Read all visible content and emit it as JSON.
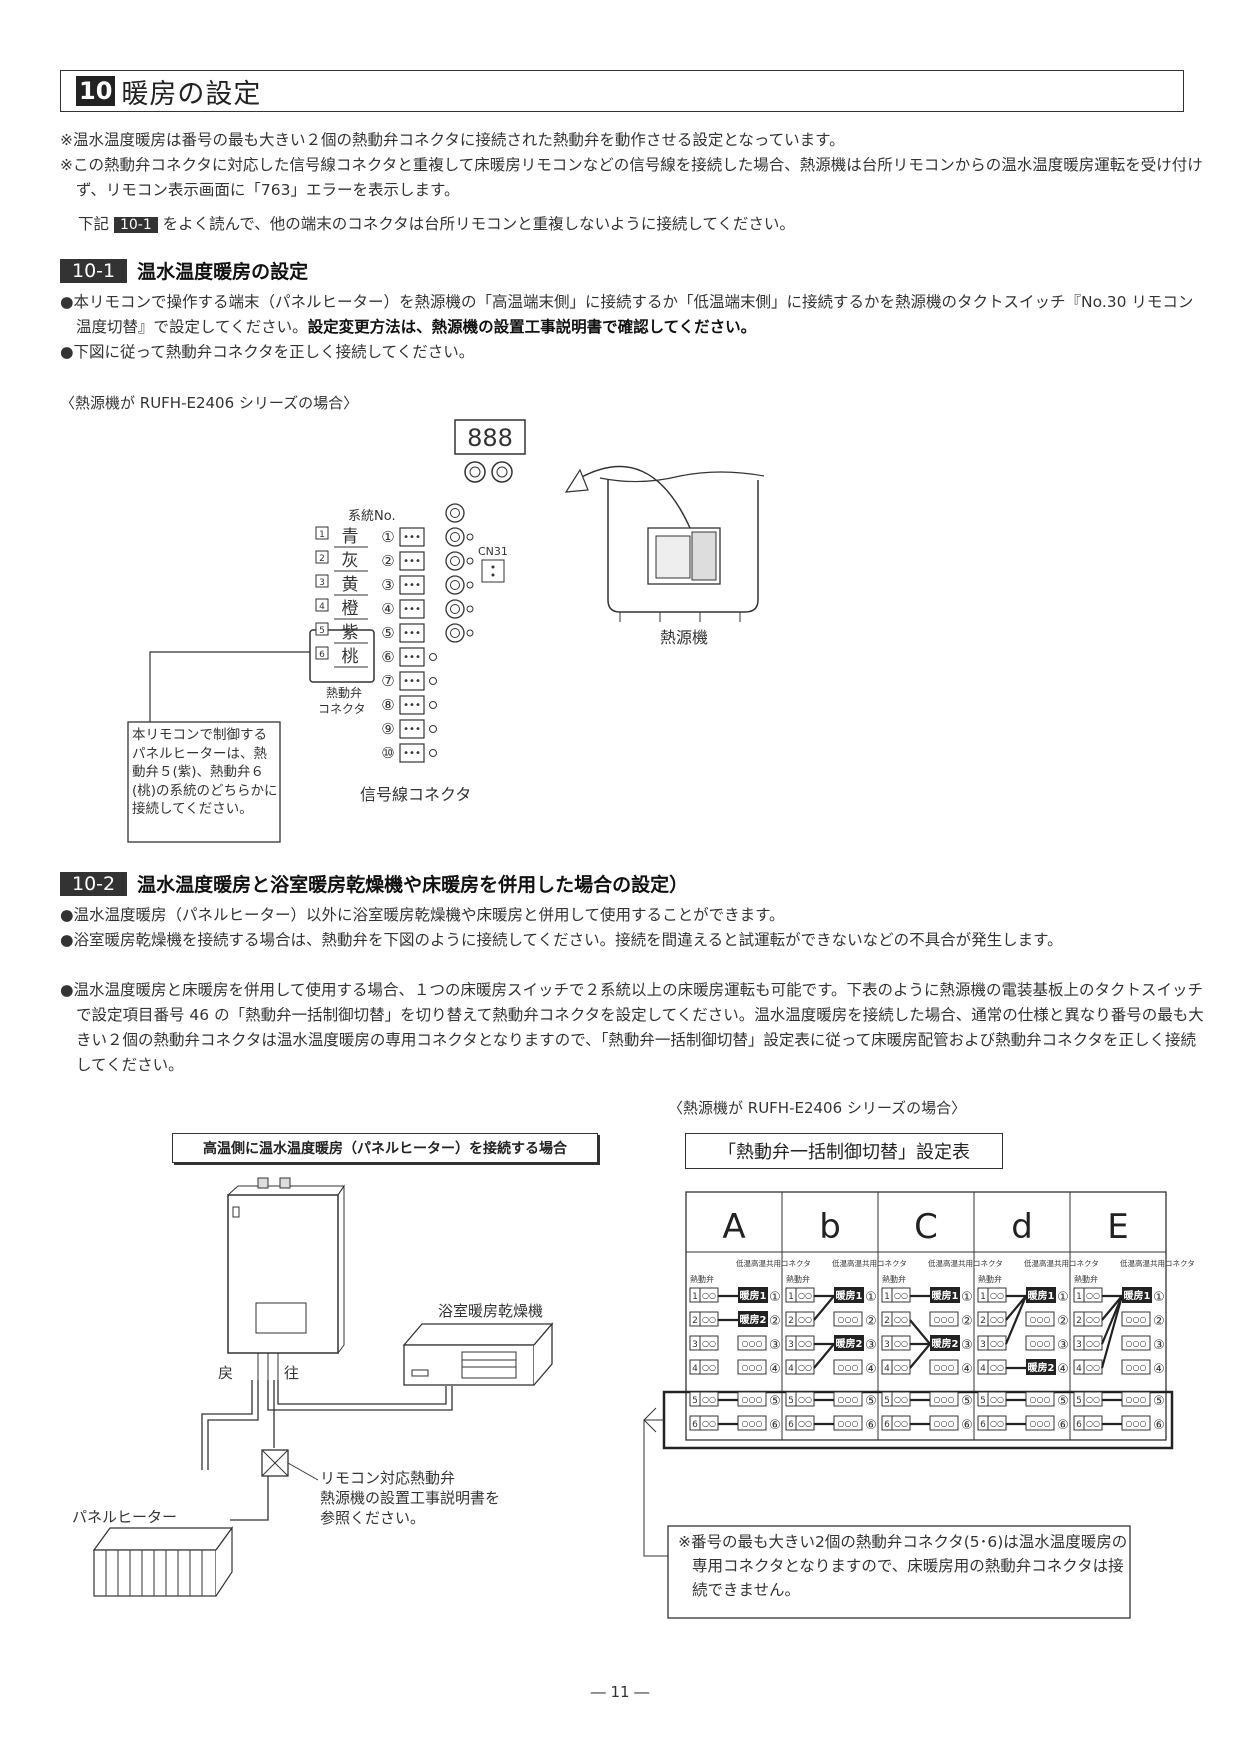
{
  "header": {
    "number": "10",
    "title": "暖房の設定"
  },
  "intro": {
    "note1": "※温水温度暖房は番号の最も大きい２個の熱動弁コネクタに接続された熱動弁を動作させる設定となっています。",
    "note2": "※この熱動弁コネクタに対応した信号線コネクタと重複して床暖房リモコンなどの信号線を接続した場合、熱源機は台所リモコンからの温水温度暖房運転を受け付けず、リモコン表示画面に「763」エラーを表示します。",
    "note3_pre": "下記",
    "note3_tag": "10-1",
    "note3_post": "をよく読んで、他の端末のコネクタは台所リモコンと重複しないように接続してください。"
  },
  "section1": {
    "number": "10-1",
    "title": "温水温度暖房の設定",
    "bullet1_a": "●本リモコンで操作する端末（パネルヒーター）を熱源機の「高温端末側」に接続するか「低温端末側」に接続するかを熱源機のタクトスイッチ『No.30 リモコン温度切替』で設定してください。",
    "bullet1_b": "設定変更方法は、熱源機の設置工事説明書で確認してください。",
    "bullet2": "●下図に従って熱動弁コネクタを正しく接続してください。",
    "caption": "〈熱源機が RUFH-E2406 シリーズの場合〉",
    "diagram": {
      "display": "888",
      "system_no_label": "系統No.",
      "colors": [
        "青",
        "灰",
        "黄",
        "橙",
        "紫",
        "桃"
      ],
      "circled": [
        "①",
        "②",
        "③",
        "④",
        "⑤",
        "⑥",
        "⑦",
        "⑧",
        "⑨",
        "⑩"
      ],
      "cn_label": "CN31",
      "valve_connector_label": "熱動弁コネクタ",
      "signal_connector_label": "信号線コネクタ",
      "heat_source_label": "熱源機",
      "callout": "本リモコンで制御するパネルヒーターは、熱動弁５(紫)、熱動弁６(桃)の系統のどちらかに接続してください。"
    }
  },
  "section2": {
    "number": "10-2",
    "title": "温水温度暖房と浴室暖房乾燥機や床暖房を併用した場合の設定）",
    "bullet1": "●温水温度暖房（パネルヒーター）以外に浴室暖房乾燥機や床暖房と併用して使用することができます。",
    "bullet2": "●浴室暖房乾燥機を接続する場合は、熱動弁を下図のように接続してください。接続を間違えると試運転ができないなどの不具合が発生します。",
    "bullet3": "●温水温度暖房と床暖房を併用して使用する場合、１つの床暖房スイッチで２系統以上の床暖房運転も可能です。下表のように熱源機の電装基板上のタクトスイッチで設定項目番号 46 の「熱動弁一括制御切替」を切り替えて熱動弁コネクタを設定してください。温水温度暖房を接続した場合、通常の仕様と異なり番号の最も大きい２個の熱動弁コネクタは温水温度暖房の専用コネクタとなりますので、「熱動弁一括制御切替」設定表に従って床暖房配管および熱動弁コネクタを正しく接続してください。",
    "caption": "〈熱源機が RUFH-E2406 シリーズの場合〉",
    "left_diagram": {
      "box_title": "高温側に温水温度暖房（パネルヒーター）を接続する場合",
      "bath_dryer": "浴室暖房乾燥機",
      "return": "戻",
      "supply": "往",
      "panel_heater": "パネルヒーター",
      "valve_note": "リモコン対応熱動弁\n熱源機の設置工事説明書を\n参照ください。"
    },
    "table": {
      "title": "「熱動弁一括制御切替」設定表",
      "modes": [
        "A",
        "b",
        "C",
        "d",
        "E"
      ],
      "col_valve": "熱動弁",
      "col_connector": "低温高温共用コネクタ",
      "heat1": "暖房1",
      "heat2": "暖房2",
      "note": "※番号の最も大きい2個の熱動弁コネクタ(5･6)は温水温度暖房の専用コネクタとなりますので、床暖房用の熱動弁コネクタは接続できません。"
    }
  },
  "footer": {
    "page": "― 11 ―"
  }
}
